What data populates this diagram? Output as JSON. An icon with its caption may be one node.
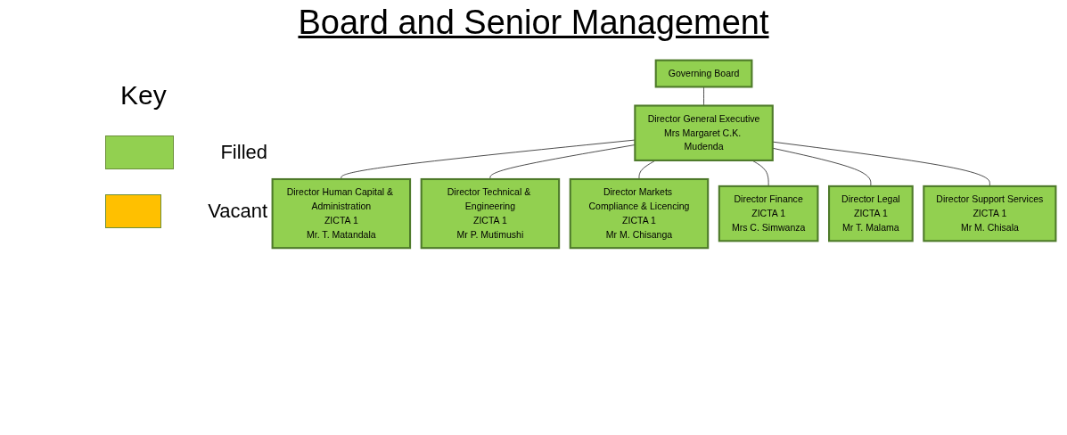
{
  "diagram": {
    "title": "Board and Senior Management",
    "nodes": [
      {
        "text": [
          "Governing Board"
        ]
      },
      {
        "text": [
          "Director General Executive",
          "Mrs Margaret C.K. Mudenda"
        ]
      },
      {
        "text": [
          "Director Human Capital & Administration",
          "ZICTA 1",
          "Mr. T. Matandala"
        ]
      },
      {
        "text": [
          "Director Technical & Engineering",
          "ZICTA 1",
          "Mr P. Mutimushi"
        ]
      },
      {
        "text": [
          "Director Markets Compliance & Licencing",
          "ZICTA 1",
          "Mr M. Chisanga"
        ]
      },
      {
        "text": [
          "Director Finance",
          "ZICTA 1",
          "Mrs C. Simwanza"
        ]
      },
      {
        "text": [
          "Director Legal",
          "ZICTA 1",
          "Mr T. Malama"
        ]
      },
      {
        "text": [
          "Director Support Services",
          "ZICTA 1",
          "Mr M. Chisala"
        ]
      }
    ],
    "edges": [
      {
        "from": 0,
        "to": 1,
        "arrow": "none"
      },
      {
        "from": 1,
        "to": 2,
        "arrow": "none"
      },
      {
        "from": 1,
        "to": 3,
        "arrow": "none"
      },
      {
        "from": 1,
        "to": 4,
        "arrow": "none"
      },
      {
        "from": 1,
        "to": 5,
        "arrow": "none"
      },
      {
        "from": 1,
        "to": 6,
        "arrow": "none"
      },
      {
        "from": 1,
        "to": 7,
        "arrow": "none"
      }
    ],
    "labels": [
      "Key"
    ],
    "legend": [
      {
        "text": "Filled",
        "color": "#92d050"
      },
      {
        "text": "Vacant",
        "color": "#ffc000"
      }
    ]
  }
}
